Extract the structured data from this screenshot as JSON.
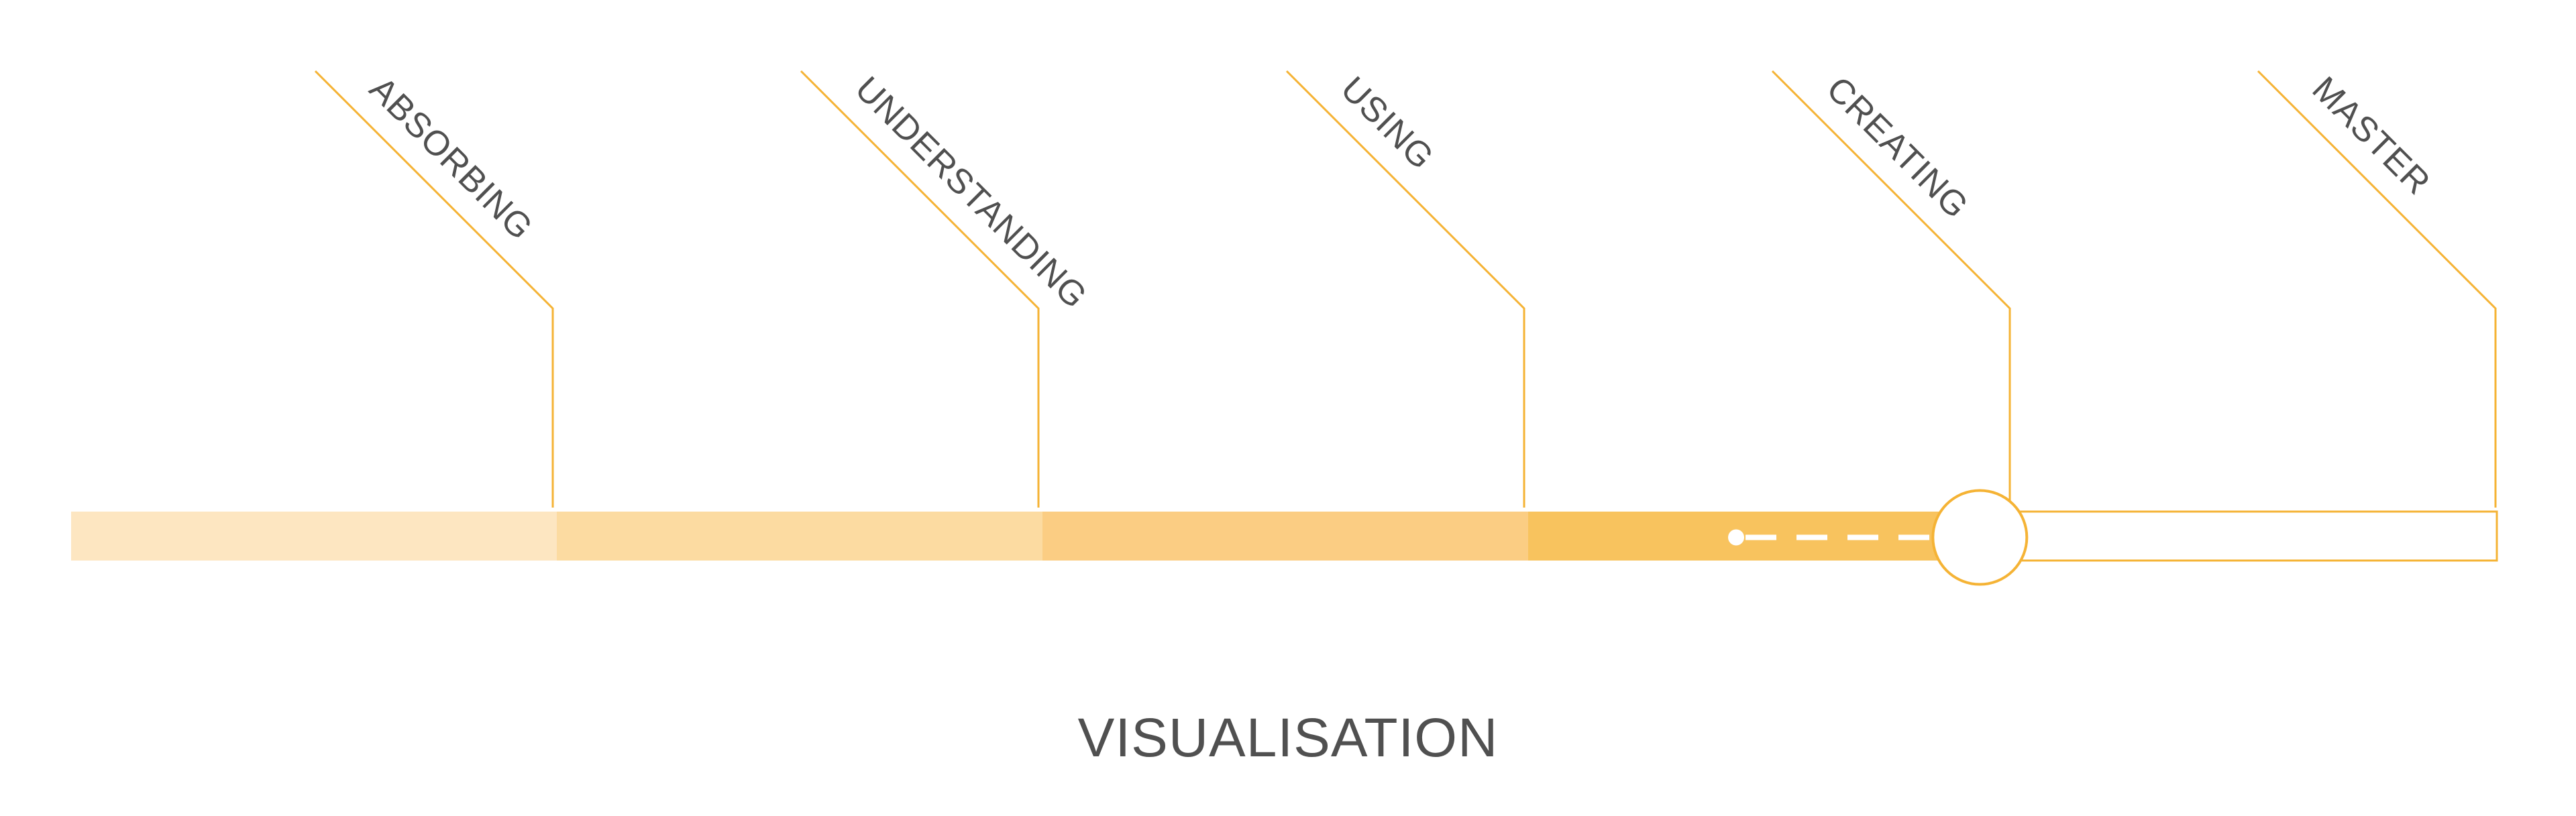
{
  "title": "VISUALISATION",
  "stages": [
    {
      "label": "ABSORBING",
      "color": "#fde6c1"
    },
    {
      "label": "UNDERSTANDING",
      "color": "#fcdba1"
    },
    {
      "label": "USING",
      "color": "#fbcd83"
    },
    {
      "label": "CREATING",
      "color": "#f8c35e"
    },
    {
      "label": "MASTER",
      "color": "#ffffff"
    }
  ],
  "progress": {
    "current_stage": "CREATING",
    "fraction_of_stage": 0.93
  },
  "colors": {
    "accent": "#f5b335",
    "text": "#505050",
    "dash": "#ffffff"
  }
}
